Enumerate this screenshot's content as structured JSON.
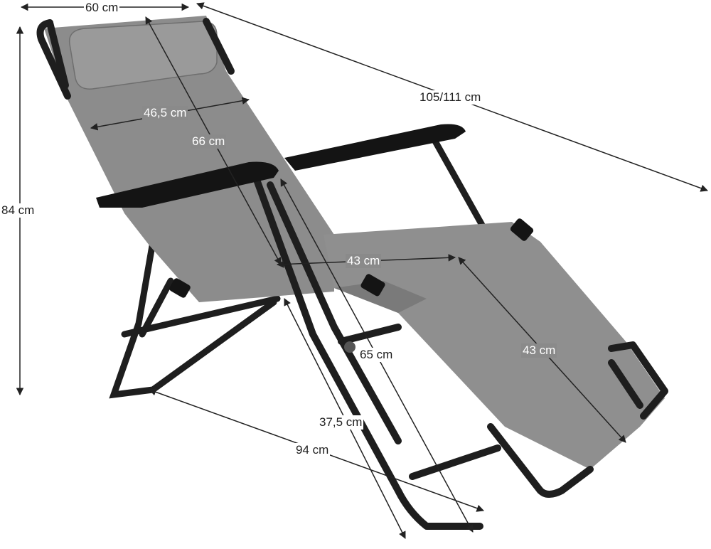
{
  "colors": {
    "fabric": "#8c8c8c",
    "fabric_shadow": "#7a7a7a",
    "frame": "#1e1e1e",
    "armrest": "#141414",
    "dimension_line": "#222222"
  },
  "dimensions": {
    "width_top": "60 cm",
    "total_length": "105/111 cm",
    "backrest_width": "46,5 cm",
    "backrest_length": "66 cm",
    "total_height": "84 cm",
    "seat_width": "43 cm",
    "footrest_length": "43 cm",
    "seat_depth": "65 cm",
    "seat_height": "37,5 cm",
    "base_length": "94 cm"
  }
}
